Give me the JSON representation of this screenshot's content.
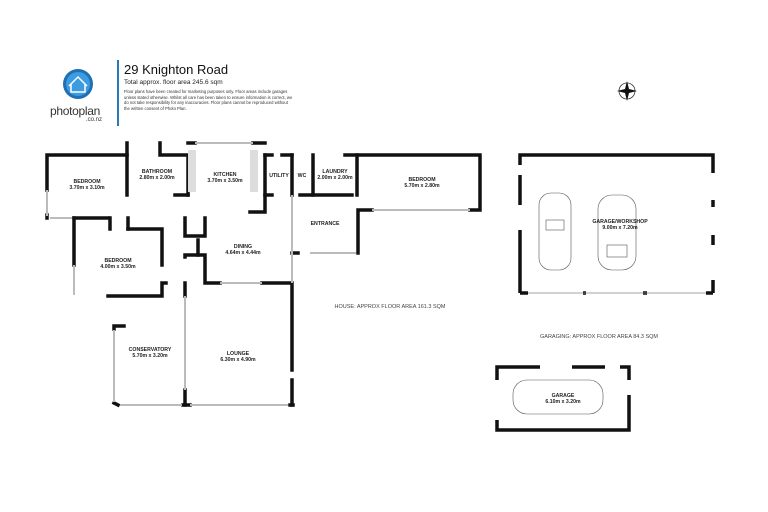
{
  "header": {
    "title": "29 Knighton Road",
    "subtitle": "Total approx. floor area 245.6 sqm",
    "disclaimer": "Floor plans have been created for marketing purposes only. Floor areas include garages unless stated otherwise. Whilst all care has been taken to ensure information is correct, we do not take responsibility for any inaccuracies. Floor plans cannot be reproduced without the written consent of Photo Plan.",
    "brand_color": "#2a7ab8"
  },
  "logo": {
    "name": "photoplan",
    "domain": ".co.nz",
    "icon": "house-globe-icon"
  },
  "compass": {
    "icon": "compass-icon"
  },
  "rooms": [
    {
      "name": "BEDROOM",
      "size": "3.70m  x 3.10m"
    },
    {
      "name": "BATHROOM",
      "size": "2.80m  x 2.00m"
    },
    {
      "name": "KITCHEN",
      "size": "3.70m  x 3.50m"
    },
    {
      "name": "UTILITY",
      "size": ""
    },
    {
      "name": "WC",
      "size": ""
    },
    {
      "name": "LAUNDRY",
      "size": "2.00m  x 2.00m"
    },
    {
      "name": "BEDROOM",
      "size": "5.70m  x 2.80m"
    },
    {
      "name": "ENTRANCE",
      "size": ""
    },
    {
      "name": "DINING",
      "size": "4.64m  x 4.44m"
    },
    {
      "name": "BEDROOM",
      "size": "4.00m  x 3.50m"
    },
    {
      "name": "CONSERVATORY",
      "size": "5.70m  x 3.20m"
    },
    {
      "name": "LOUNGE",
      "size": "6.30m  x 4.90m"
    },
    {
      "name": "GARAGE/WORKSHOP",
      "size": "9.00m  x 7.20m"
    },
    {
      "name": "GARAGE",
      "size": "6.10m  x 3.20m"
    }
  ],
  "areas": {
    "house": "HOUSE: APPROX FLOOR AREA 161.3 SQM",
    "garaging": "GARAGING: APPROX FLOOR AREA 84.3 SQM"
  }
}
